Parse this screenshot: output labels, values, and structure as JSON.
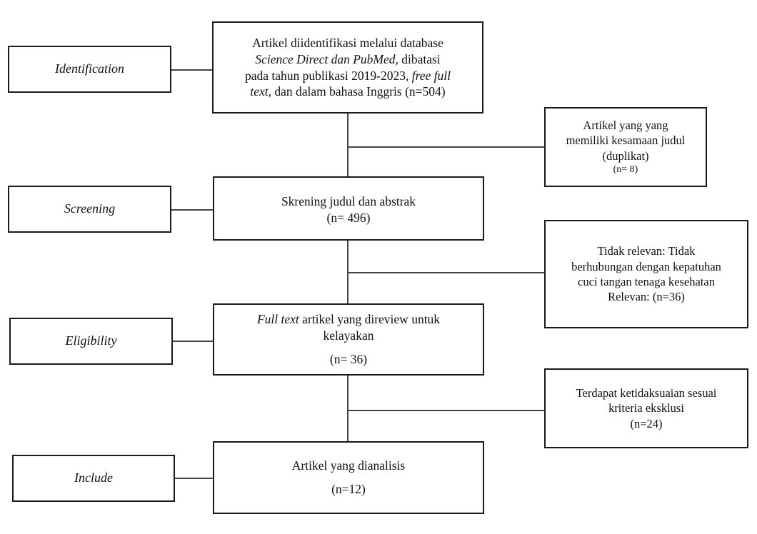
{
  "stages": {
    "identification": "Identification",
    "screening": "Screening",
    "eligibility": "Eligibility",
    "include": "Include"
  },
  "identification_box": {
    "line1": "Artikel diidentifikasi melalui database",
    "db_names": "Science Direct dan PubMed,",
    "after_db": " dibatasi",
    "line3": "pada tahun publikasi 2019-2023, ",
    "free_full": "free full",
    "text_word": "text,",
    "line4_rest": " dan dalam bahasa Inggris (n=504)"
  },
  "duplicates_box": {
    "line1": "Artikel yang yang",
    "line2": "memiliki kesamaan judul",
    "line3": "(duplikat)",
    "count": "(n= 8)"
  },
  "screening_box": {
    "line1": "Skrening judul dan abstrak",
    "count": "(n= 496)"
  },
  "irrelevant_box": {
    "line1": "Tidak relevan: Tidak",
    "line2": "berhubungan dengan kepatuhan",
    "line3": "cuci tangan tenaga kesehatan",
    "line4": "Relevan: (n=36)"
  },
  "eligibility_box": {
    "full_text": "Full text",
    "line1_rest": " artikel yang direview untuk",
    "line2": "kelayakan",
    "count": "(n= 36)"
  },
  "exclusion_box": {
    "line1": "Terdapat ketidaksuaian sesuai",
    "line2": "kriteria eksklusi",
    "count": "(n=24)"
  },
  "include_box": {
    "line1": "Artikel yang dianalisis",
    "count": "(n=12)"
  }
}
